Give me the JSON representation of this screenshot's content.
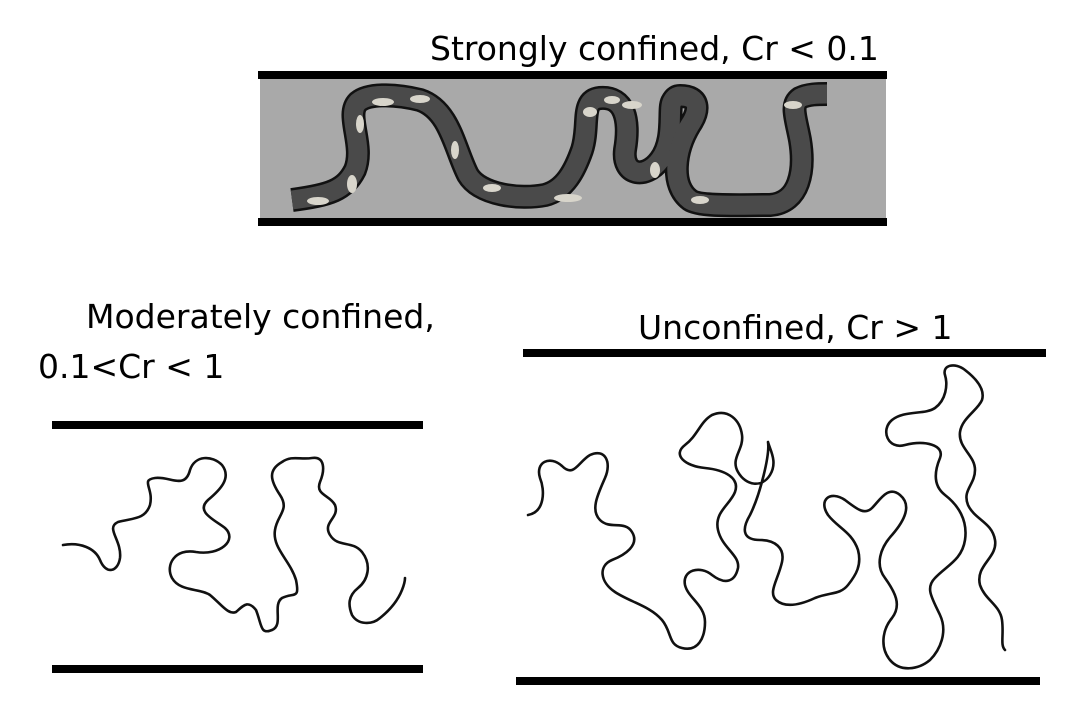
{
  "diagram": {
    "panels": {
      "strong": {
        "label": "Strongly confined, Cr < 0.1",
        "colors": {
          "channel_fill": "#a9a9a9",
          "chain_band": "#4a4a4a",
          "chain_highlight": "#d8d5cb",
          "wall": "#000000"
        }
      },
      "moderate": {
        "label_line1": "Moderately confined,",
        "label_line2": "0.1<Cr < 1"
      },
      "unconfined": {
        "label": "Unconfined, Cr > 1"
      }
    }
  }
}
